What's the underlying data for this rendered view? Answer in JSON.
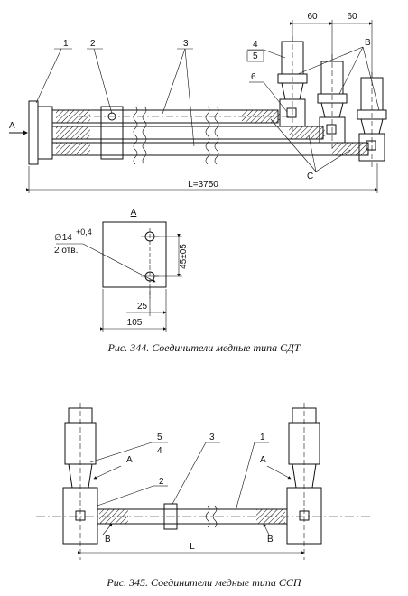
{
  "fig344": {
    "caption": "Рис. 344. Соединители медные типа СДТ",
    "dim_60a": "60",
    "dim_60b": "60",
    "callouts": [
      "1",
      "2",
      "3",
      "4",
      "5",
      "6"
    ],
    "letter_A": "А",
    "letter_B": "B",
    "letter_C": "C",
    "length_dim": "L=3750",
    "detail": {
      "view": "А",
      "hole": "∅14",
      "tol": "+0,4",
      "holes_count": "2 отв.",
      "dim_45": "45±05",
      "dim_25": "25",
      "dim_105": "105"
    }
  },
  "fig345": {
    "caption": "Рис. 345. Соединители медные типа ССП",
    "callouts": [
      "5",
      "4",
      "3",
      "2",
      "1"
    ],
    "letter_A1": "А",
    "letter_A2": "А",
    "letter_B1": "В",
    "letter_B2": "В",
    "length_dim": "L"
  }
}
